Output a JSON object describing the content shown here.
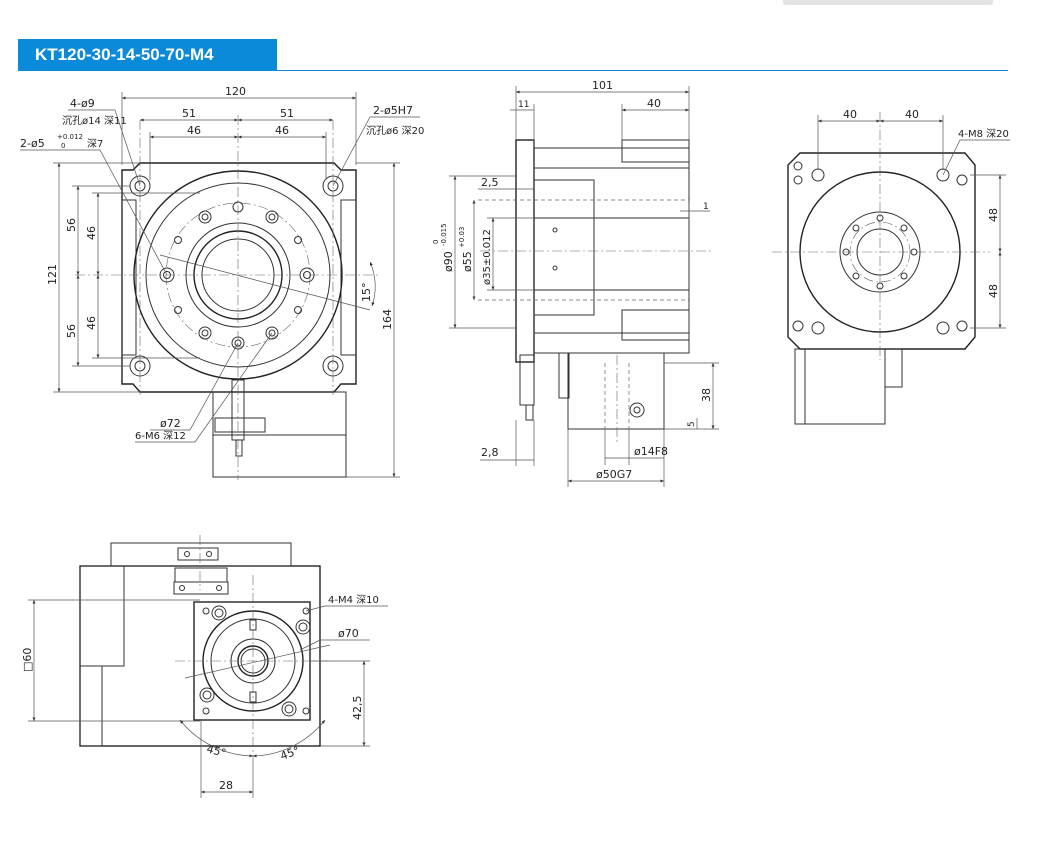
{
  "title": "KT120-30-14-50-70-M4",
  "view1": {
    "dim_total_width": "120",
    "dim_51_left": "51",
    "dim_51_right": "51",
    "dim_46_left": "46",
    "dim_46_right": "46",
    "note_4phi9": "4-ø9",
    "note_counterbore14": "沉孔ø14 深11",
    "note_2phi5": "2-ø5",
    "tol_2phi5_upper": "+0.012",
    "tol_2phi5_lower": "0",
    "note_depth7": "深7",
    "note_2phi5h7": "2-ø5H7",
    "note_counterbore6": "沉孔ø6 深20",
    "dim_56_top": "56",
    "dim_46_top": "46",
    "dim_121": "121",
    "dim_56_bottom": "56",
    "dim_46_bottom": "46",
    "dim_15deg": "15°",
    "dim_164": "164",
    "note_phi72": "ø72",
    "note_6m6": "6-M6 深12"
  },
  "view2": {
    "dim_101": "101",
    "dim_11": "11",
    "dim_40": "40",
    "dim_2_5": "2,5",
    "dim_1": "1",
    "dim_phi90": "ø90",
    "tol_phi90_upper": "0",
    "tol_phi90_lower": "-0.015",
    "dim_phi55": "ø55",
    "tol_phi55": "+0.03",
    "dim_phi35": "ø35±0.012",
    "dim_38": "38",
    "dim_5": "5",
    "dim_2_8": "2,8",
    "dim_phi14f8": "ø14F8",
    "dim_phi50g7": "ø50G7"
  },
  "view3": {
    "dim_40_left": "40",
    "dim_40_right": "40",
    "note_4m8": "4-M8 深20",
    "dim_48_top": "48",
    "dim_48_bottom": "48"
  },
  "view4": {
    "note_4m4": "4-M4 深10",
    "dim_phi70": "ø70",
    "dim_square60": "□60",
    "dim_42_5": "42,5",
    "dim_45_left": "45°",
    "dim_45_right": "45°",
    "dim_28": "28"
  }
}
